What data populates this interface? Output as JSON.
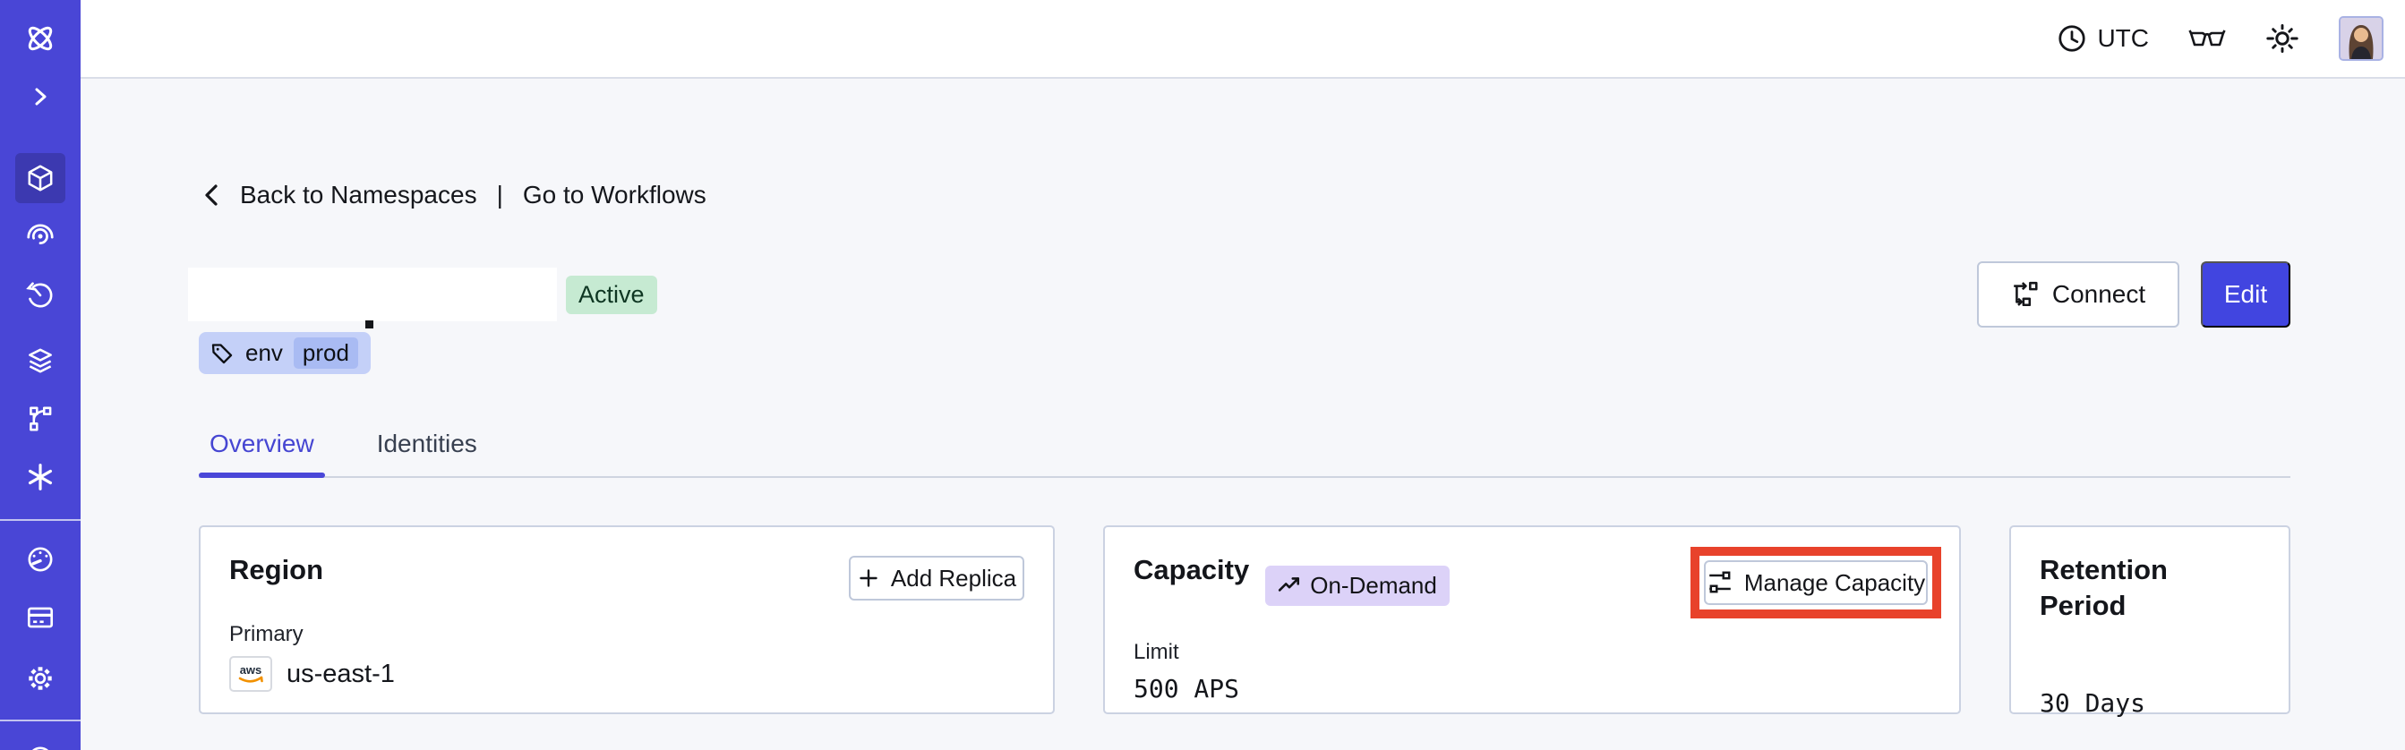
{
  "header": {
    "timezone_label": "UTC"
  },
  "breadcrumb": {
    "back_label": "Back to Namespaces",
    "separator": "|",
    "workflows_label": "Go to Workflows"
  },
  "namespace": {
    "status_badge": "Active",
    "tag_key": "env",
    "tag_value": "prod"
  },
  "actions": {
    "connect_label": "Connect",
    "edit_label": "Edit"
  },
  "tabs": {
    "overview": "Overview",
    "identities": "Identities"
  },
  "cards": {
    "region": {
      "title": "Region",
      "add_replica_label": "Add Replica",
      "primary_label": "Primary",
      "provider_label": "aws",
      "region_value": "us-east-1"
    },
    "capacity": {
      "title": "Capacity",
      "on_demand_badge": "On-Demand",
      "manage_label": "Manage Capacity",
      "limit_label": "Limit",
      "limit_value": "500 APS"
    },
    "retention": {
      "title": "Retention Period",
      "value": "30 Days"
    }
  },
  "icons": {
    "sidebar": [
      "temporal-logo",
      "expand-chevron",
      "namespaces-cube",
      "workflows-spiral",
      "schedules-timer",
      "stack-layers",
      "deployments-branch",
      "nexus-asterisk",
      "usage-gauge",
      "billing-card",
      "settings-gear",
      "help-partial"
    ],
    "topbar": [
      "clock-icon",
      "glasses-icon",
      "sun-icon",
      "avatar"
    ]
  },
  "colors": {
    "sidebar": "#4946d6",
    "sidebar_active": "#3c39b0",
    "accent": "#4145e0",
    "page_bg": "#f6f7fa",
    "active_badge_bg": "#c6ead2",
    "tag_bg": "#c4d0f8",
    "tag_chip_bg": "#a9bbf3",
    "on_demand_bg": "#dcd2f8",
    "annotation_red": "#e8422b",
    "aws_orange": "#f29100"
  }
}
